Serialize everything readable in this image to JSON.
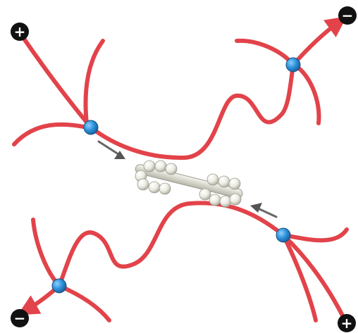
{
  "diagram": {
    "colors": {
      "filament": "#e2434a",
      "filament_dark": "#b82a33",
      "node": "#2a8fd8",
      "node_dark": "#1a5d99",
      "terminal": "#111111",
      "arrow": "#555555",
      "motor_light": "#ecece4",
      "motor_dark": "#a9a99b",
      "background": "#ffffff"
    },
    "terminals": [
      {
        "id": "top-left",
        "sign": "+"
      },
      {
        "id": "top-right",
        "sign": "−"
      },
      {
        "id": "bottom-left",
        "sign": "−"
      },
      {
        "id": "bottom-right",
        "sign": "+"
      }
    ],
    "nodes": [
      "upper-left-node",
      "upper-right-node",
      "lower-left-node",
      "lower-right-node"
    ],
    "icons": {
      "motor": "myosin-bundle-icon",
      "arrow": "direction-arrow-icon"
    }
  }
}
